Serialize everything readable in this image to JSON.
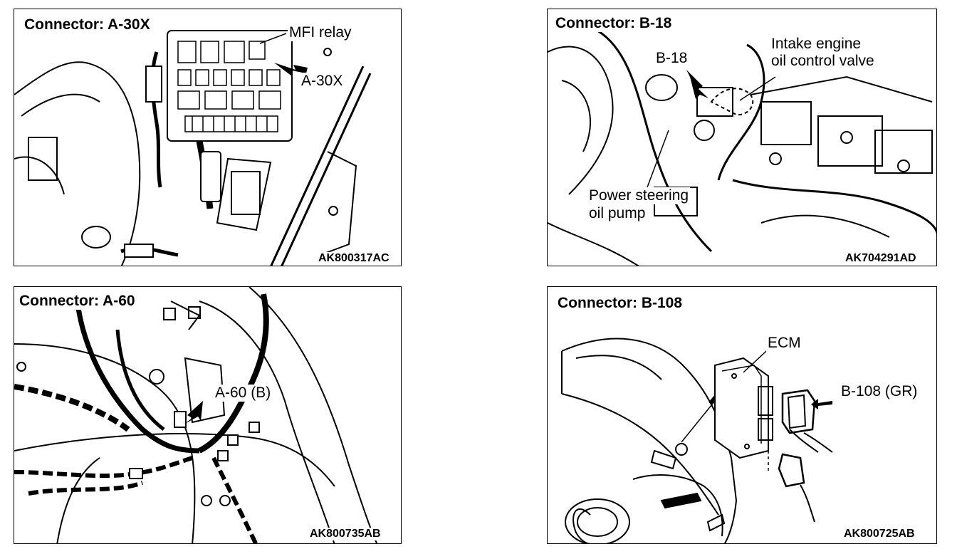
{
  "panels": [
    {
      "title": "Connector: A-30X",
      "labels": [
        "MFI relay",
        "A-30X"
      ],
      "code": "AK800317AC"
    },
    {
      "title": "Connector: B-18",
      "labels": [
        "B-18",
        "Intake engine",
        "oil control valve",
        "Power steering",
        "oil pump"
      ],
      "code": "AK704291AD"
    },
    {
      "title": "Connector: A-60",
      "labels": [
        "A-60 (B)"
      ],
      "code": "AK800735AB"
    },
    {
      "title": "Connector: B-108",
      "labels": [
        "ECM",
        "B-108 (GR)"
      ],
      "code": "AK800725AB"
    }
  ]
}
